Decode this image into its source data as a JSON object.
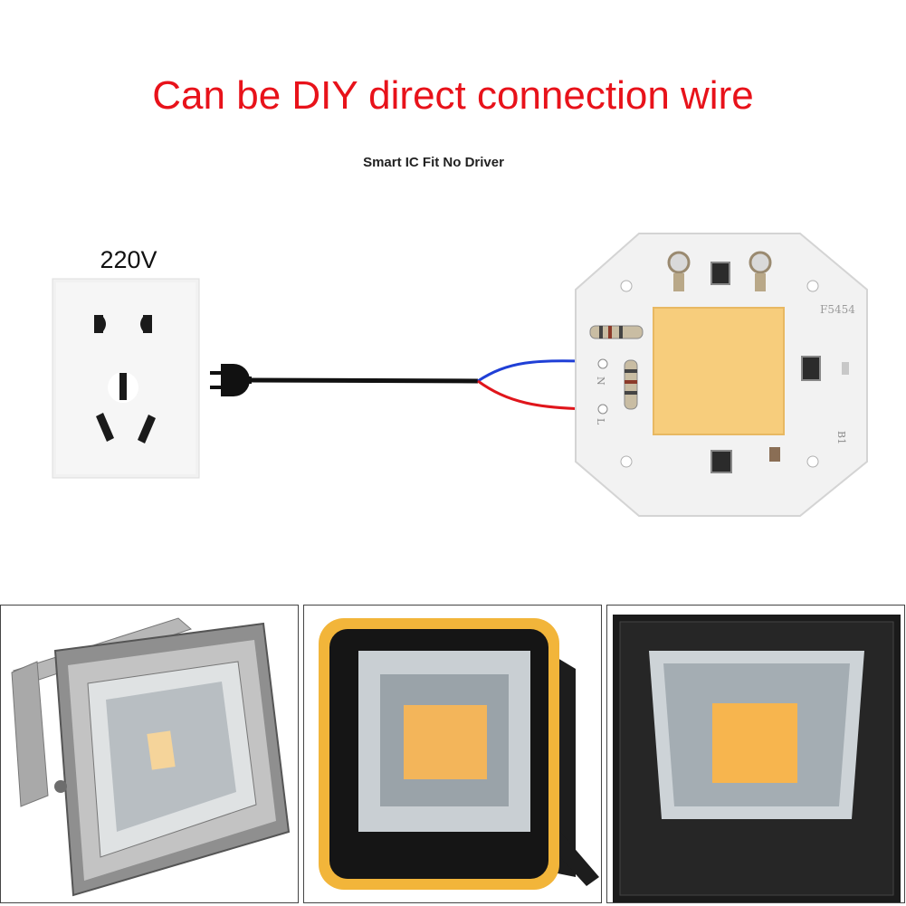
{
  "headline": "Can be DIY direct connection wire",
  "subtitle": "Smart IC Fit No Driver",
  "socket": {
    "voltage_label": "220V"
  },
  "led_module": {
    "model_marking": "F5454",
    "terminal_n": "N",
    "terminal_l": "L",
    "marking_b1": "B1"
  },
  "wire_colors": {
    "neutral": "#1f3fd6",
    "live": "#e0151b",
    "cord": "#111111"
  },
  "accent_color": "#e8121a",
  "chip_color": "#f7cd7c",
  "product_photos": [
    {
      "name": "gray-floodlight-photo"
    },
    {
      "name": "yellow-floodlight-photo"
    },
    {
      "name": "black-floodlight-photo"
    }
  ]
}
